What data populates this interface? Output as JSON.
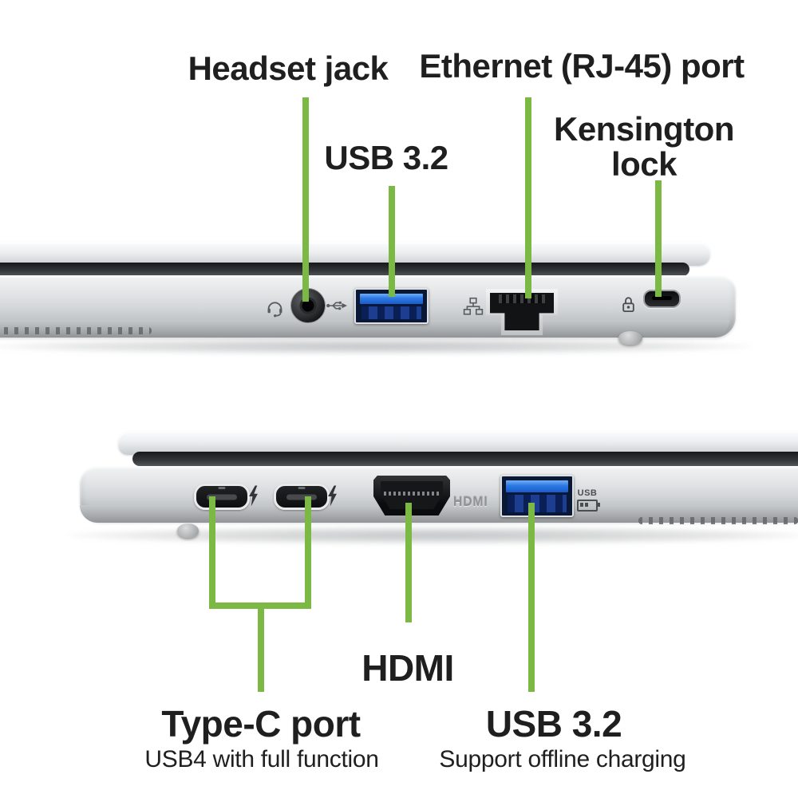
{
  "title": "Laptop side ports diagram",
  "colors": {
    "accent_green": "#7cb944",
    "label_text": "#1f1f1f"
  },
  "right_side_view": {
    "name": "right-side-view",
    "labels": {
      "headset": "Headset jack",
      "ethernet": "Ethernet (RJ-45) port",
      "usb": "USB 3.2",
      "kensington_line1": "Kensington",
      "kensington_line2": "lock"
    },
    "ports": [
      {
        "id": "headset-jack",
        "icon": "headset-icon"
      },
      {
        "id": "usb-a-3.2",
        "icon": "usb-icon"
      },
      {
        "id": "ethernet-rj45",
        "icon": "ethernet-icon"
      },
      {
        "id": "kensington-lock-slot",
        "icon": "kensington-lock-icon"
      }
    ]
  },
  "left_side_view": {
    "name": "left-side-view",
    "labels": {
      "hdmi": "HDMI",
      "typec_title": "Type-C port",
      "typec_subtitle": "USB4 with full function",
      "usb_title": "USB 3.2",
      "usb_subtitle": "Support offline charging"
    },
    "embossed": {
      "hdmi_logo": "HDMI",
      "usb_charging_text": "USB"
    },
    "ports": [
      {
        "id": "usb-c-1",
        "icon": "thunderbolt-icon"
      },
      {
        "id": "usb-c-2",
        "icon": "thunderbolt-icon"
      },
      {
        "id": "hdmi"
      },
      {
        "id": "usb-a-3.2-offline-charging",
        "icon": "usb-charging-icon"
      }
    ]
  }
}
